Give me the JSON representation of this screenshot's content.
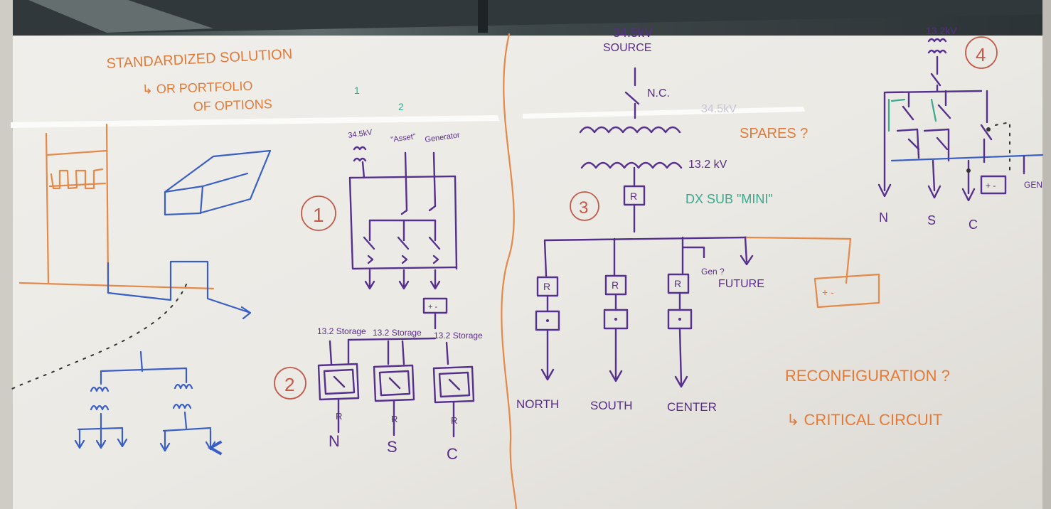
{
  "colors": {
    "whiteboard": "#ebe9e4",
    "frame": "#2c3336",
    "orange_marker": "#e07b39",
    "purple_marker": "#55308c",
    "blue_marker": "#3a5fc4",
    "teal_marker": "#3aa88f",
    "red_marker": "#c25a4a"
  },
  "left": {
    "title": "STANDARDIZED SOLUTION",
    "subtitle_line1": "↳ OR  PORTFOLIO",
    "subtitle_line2": "OF OPTIONS",
    "teal_1": "1",
    "teal_2": "2"
  },
  "diagram1": {
    "number": "1",
    "label_34kv": "34.5kV",
    "label_asset": "\"Asset\"",
    "label_generator": "Generator"
  },
  "diagram2": {
    "number": "2",
    "storage_labels": [
      "13.2  Storage",
      "13.2  Storage",
      "13.2  Storage"
    ],
    "battery": "+ -",
    "feeders": [
      "N",
      "S",
      "C"
    ],
    "r_marks": [
      "R",
      "R",
      "R"
    ]
  },
  "diagram3": {
    "number": "3",
    "source_kv": "34.5kV",
    "source": "SOURCE",
    "nc": "N.C.",
    "spares": "SPARES ?",
    "faded": "34.5kV",
    "kv_13": "13.2 kV",
    "dx_sub": "DX SUB \"MINI\"",
    "main_r": "R",
    "branch_r": [
      "R",
      "R",
      "R"
    ],
    "gen_question": "Gen ?",
    "future": "FUTURE",
    "battery": "+ -",
    "feeders": [
      "NORTH",
      "SOUTH",
      "CENTER"
    ]
  },
  "diagram4": {
    "number": "4",
    "kv": "13.2kV",
    "feeders": [
      "N",
      "S",
      "C"
    ],
    "battery": "+ -",
    "gen": "GEN"
  },
  "notes": {
    "reconfiguration": "RECONFIGURATION ?",
    "critical": "↳ CRITICAL CIRCUIT"
  }
}
